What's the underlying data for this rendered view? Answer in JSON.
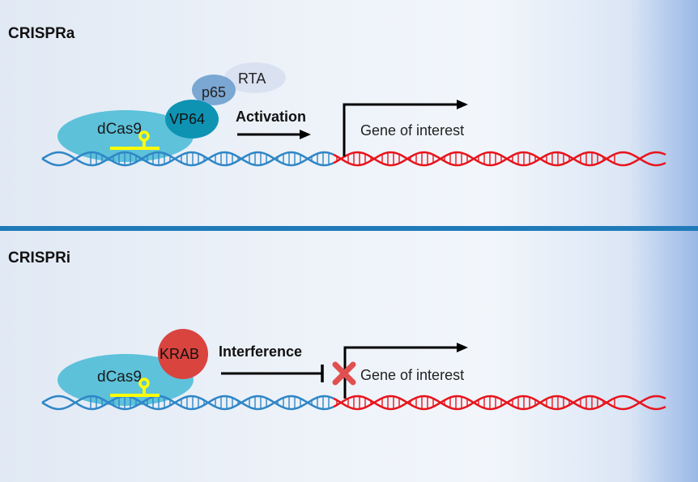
{
  "panels": [
    {
      "title": "CRISPRa",
      "proteins": {
        "dcas9": "dCas9",
        "vp64": "VP64",
        "p65": "p65",
        "rta": "RTA"
      },
      "action_label": "Activation",
      "gene_label": "Gene of interest"
    },
    {
      "title": "CRISPRi",
      "proteins": {
        "dcas9": "dCas9",
        "krab": "KRAB"
      },
      "action_label": "Interference",
      "gene_label": "Gene of interest"
    }
  ],
  "colors": {
    "dna_blue": "#2f86c6",
    "dna_red": "#e8141c",
    "dcas9": "#3bb7d3",
    "vp64": "#0e93b3",
    "p65": "#6f9fce",
    "rta": "#d8dff0",
    "krab": "#d9443f",
    "guide_rna": "#ffff00",
    "divider": "#1f7ab8",
    "block_x": "#e05050"
  },
  "icons": [
    "dna-helix-icon",
    "guide-rna-icon",
    "activation-arrow-icon",
    "inhibition-bar-icon",
    "transcription-start-arrow-icon",
    "block-x-icon"
  ]
}
